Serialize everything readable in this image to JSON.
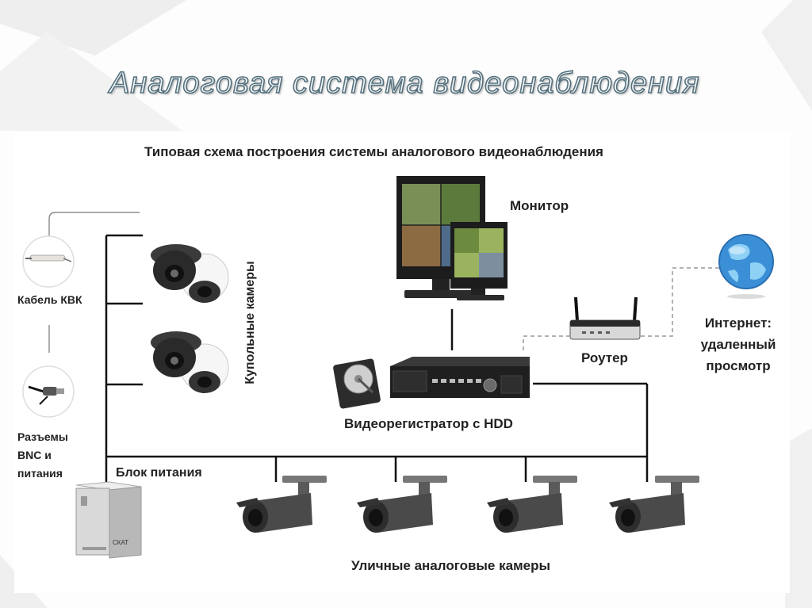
{
  "slide": {
    "title": "Аналоговая система видеонаблюдения"
  },
  "diagram": {
    "title": "Типовая схема построения системы аналогового видеонаблюдения",
    "monitor": "Монитор",
    "router": "Роутер",
    "internet": "Интернет: удаленный просмотр",
    "dvr": "Видеорегистратор с HDD",
    "power_supply": "Блок питания",
    "street_cameras": "Уличные аналоговые камеры",
    "dome_cameras": "Купольные камеры",
    "cable": "Кабель КВК",
    "connectors": "Разъемы BNC и питания",
    "psu_brand": "СКАТ"
  },
  "colors": {
    "title_fill": "#f4f8fa",
    "title_stroke": "#55707c",
    "wire": "#111111",
    "dashed": "#999999",
    "globe": "#3b8fd6"
  }
}
